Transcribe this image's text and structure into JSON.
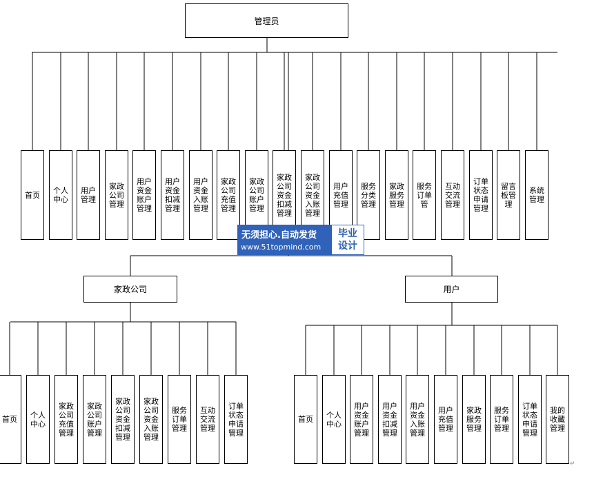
{
  "diagram": {
    "admin": {
      "title": "管理员",
      "modules": [
        "首页",
        "个人中心",
        "用户管理",
        "家政公司管理",
        "用户资金账户管理",
        "用户资金扣减管理",
        "用户资金入账管理",
        "家政公司充值管理",
        "家政公司账户管理",
        "家政公司资金扣减管理",
        "家政公司资金入账管理",
        "用户充值管理",
        "服务分类管理",
        "家政服务管理",
        "服务订单管",
        "互动交流管理",
        "订单状态申请管理",
        "留言板管理",
        "系统管理"
      ]
    },
    "company": {
      "title": "家政公司",
      "modules": [
        "首页",
        "个人中心",
        "家政公司充值管理",
        "家政公司账户管理",
        "家政公司资金扣减管理",
        "家政公司资金入账管理",
        "服务订单管理",
        "互动交流管理",
        "订单状态申请管理"
      ]
    },
    "user": {
      "title": "用户",
      "modules": [
        "首页",
        "个人中心",
        "用户资金账户管理",
        "用户资金扣减管理",
        "用户资金入账管理",
        "用户充值管理",
        "家政服务管理",
        "服务订单管理",
        "订单状态申请管理",
        "我的收藏管理"
      ]
    }
  },
  "watermark": {
    "line1": "无须担心.自动发货",
    "line2": "www.51topmind.com",
    "badge_top": "毕业",
    "badge_bottom": "设计"
  },
  "paragraph_mark": "↵"
}
